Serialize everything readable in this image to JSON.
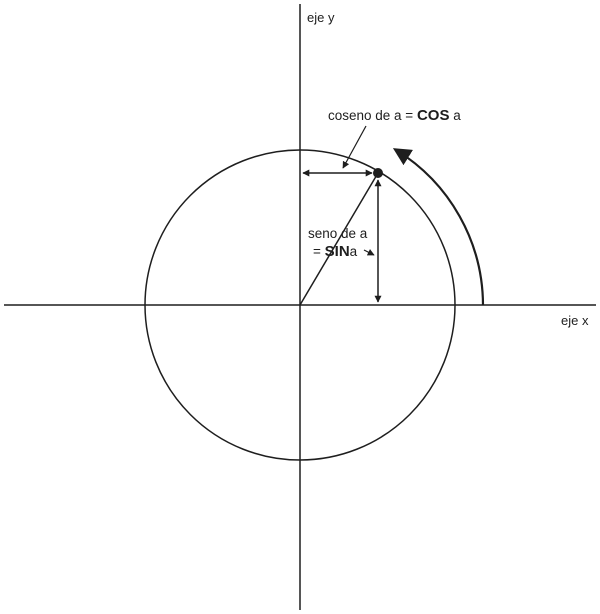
{
  "axes": {
    "y_label": "eje y",
    "x_label": "eje x"
  },
  "cosine_label": {
    "prefix": "coseno de a = ",
    "func": "COS",
    "arg": " a"
  },
  "sine_label": {
    "line1": "seno de a",
    "prefix": "= ",
    "func": "SIN",
    "arg": "a"
  },
  "colors": {
    "ink": "#1e1e1e",
    "background": "#ffffff"
  }
}
